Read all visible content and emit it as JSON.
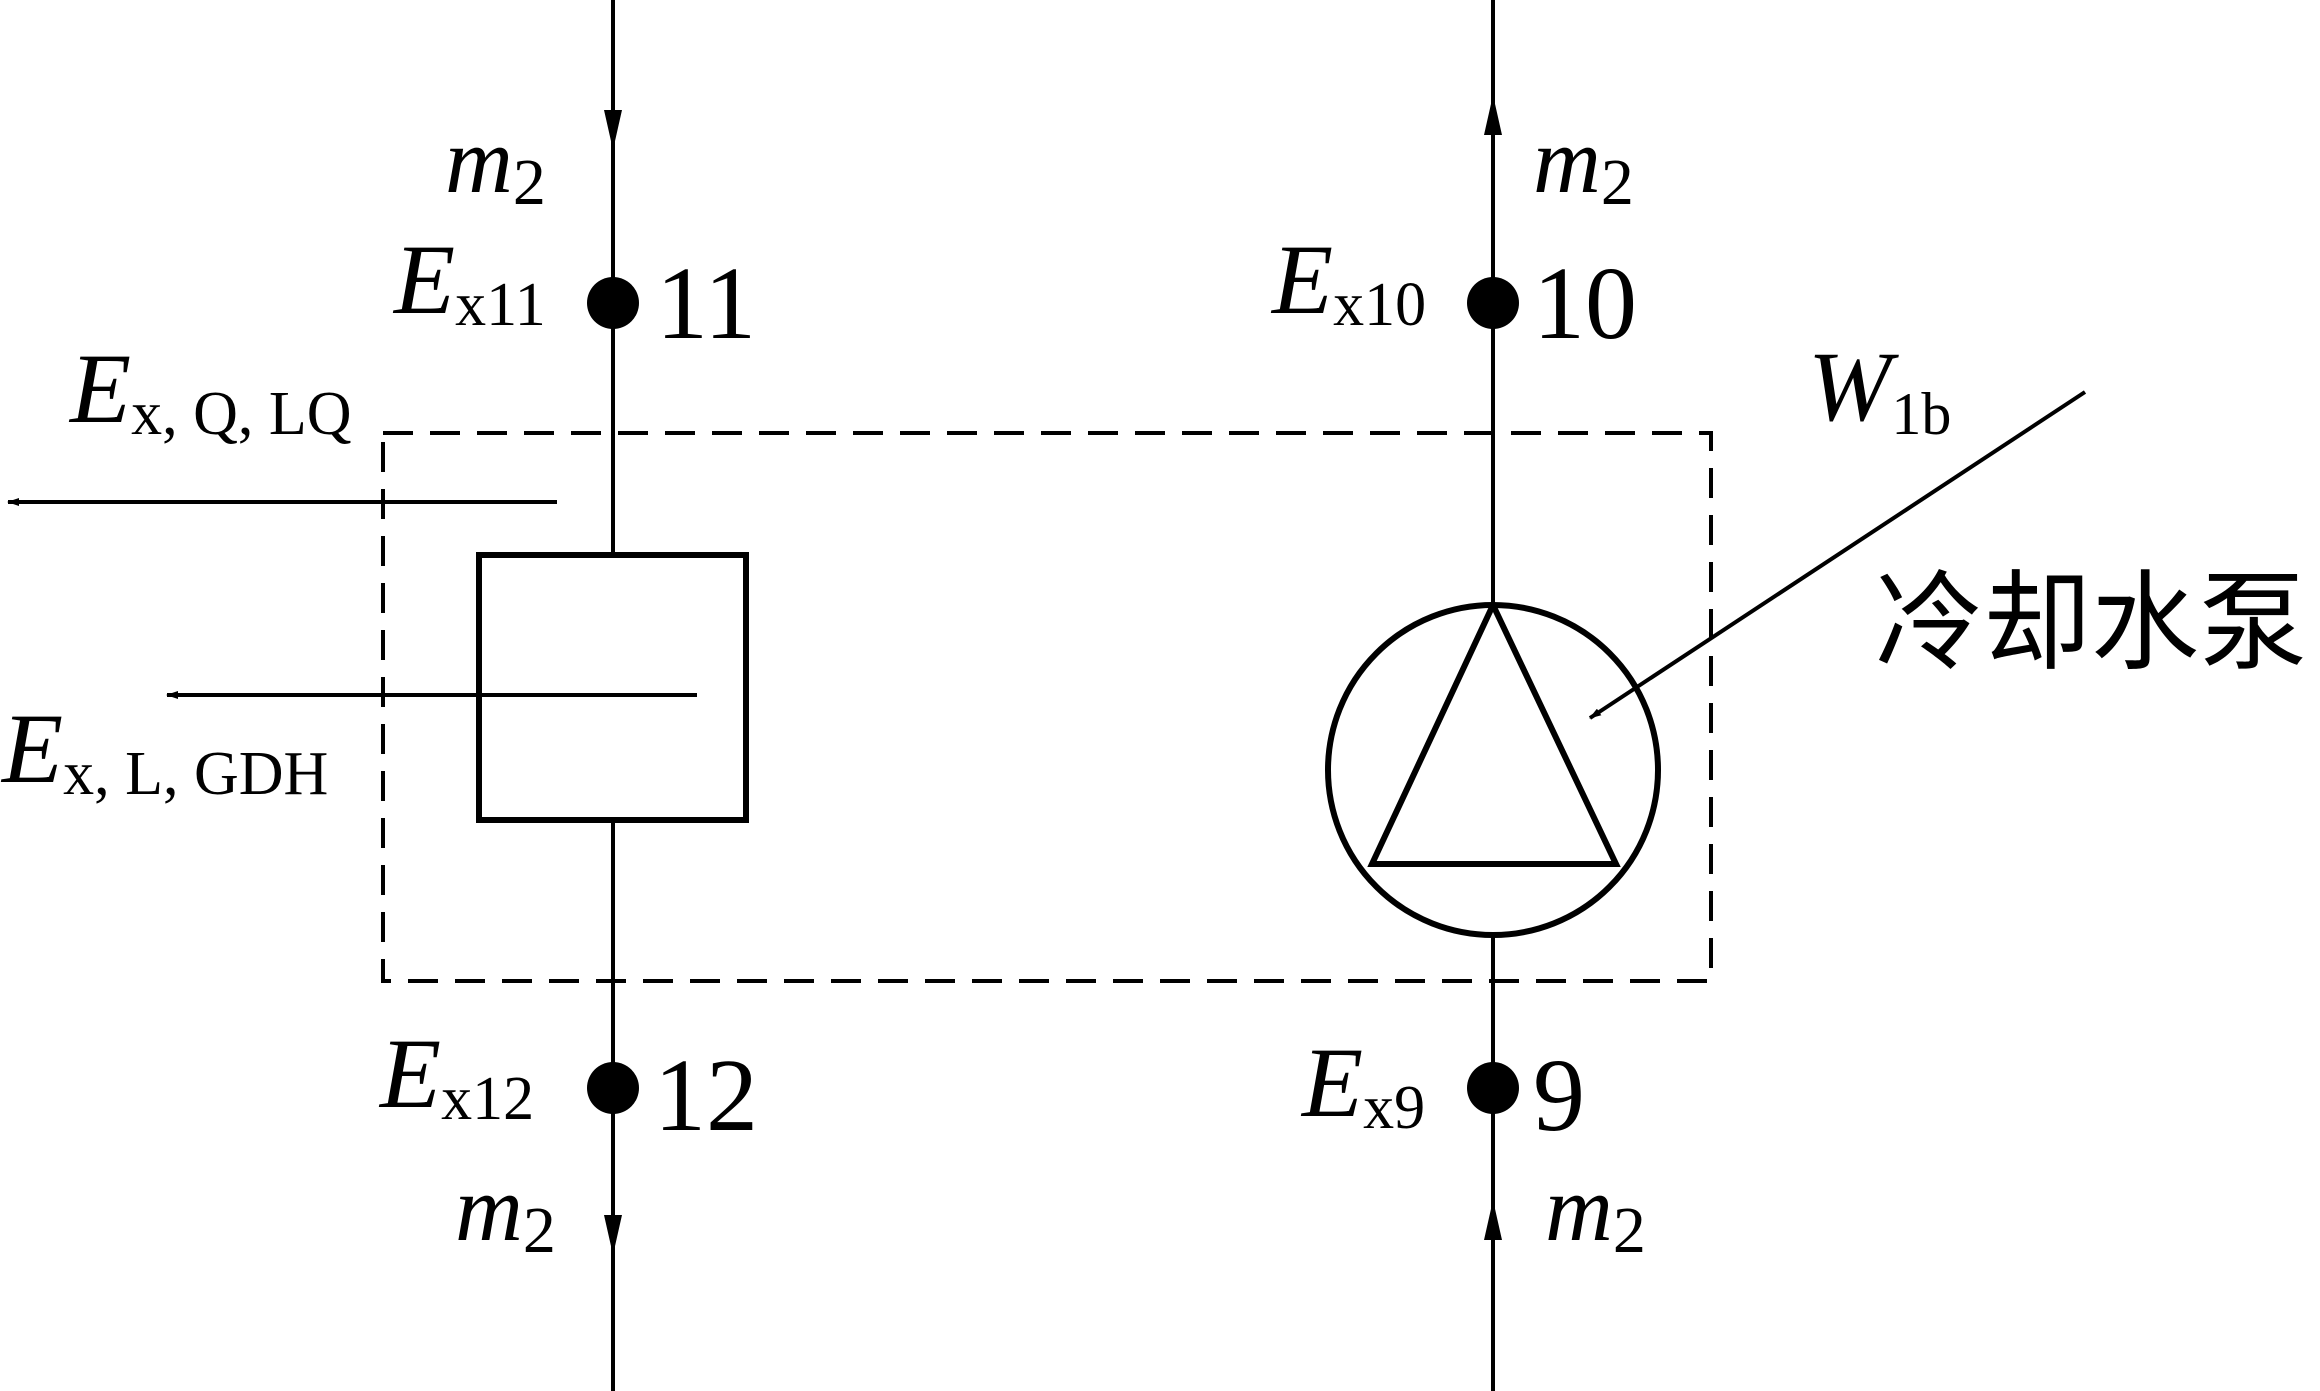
{
  "labels": {
    "m2_tl": {
      "base": "m",
      "sub": "2"
    },
    "m2_tr": {
      "base": "m",
      "sub": "2"
    },
    "m2_bl": {
      "base": "m",
      "sub": "2"
    },
    "m2_br": {
      "base": "m",
      "sub": "2"
    },
    "ex11": {
      "base": "E",
      "sub": "x11"
    },
    "ex10": {
      "base": "E",
      "sub": "x10"
    },
    "ex12": {
      "base": "E",
      "sub": "x12"
    },
    "ex9": {
      "base": "E",
      "sub": "x9"
    },
    "exq": {
      "base": "E",
      "sub": "x, Q, LQ"
    },
    "exl": {
      "base": "E",
      "sub": "x, L, GDH"
    },
    "w1b": {
      "base": "W",
      "sub": "1b"
    },
    "pump_name": "冷却水泵"
  },
  "nodes": {
    "n11": "11",
    "n10": "10",
    "n12": "12",
    "n9": "9"
  }
}
